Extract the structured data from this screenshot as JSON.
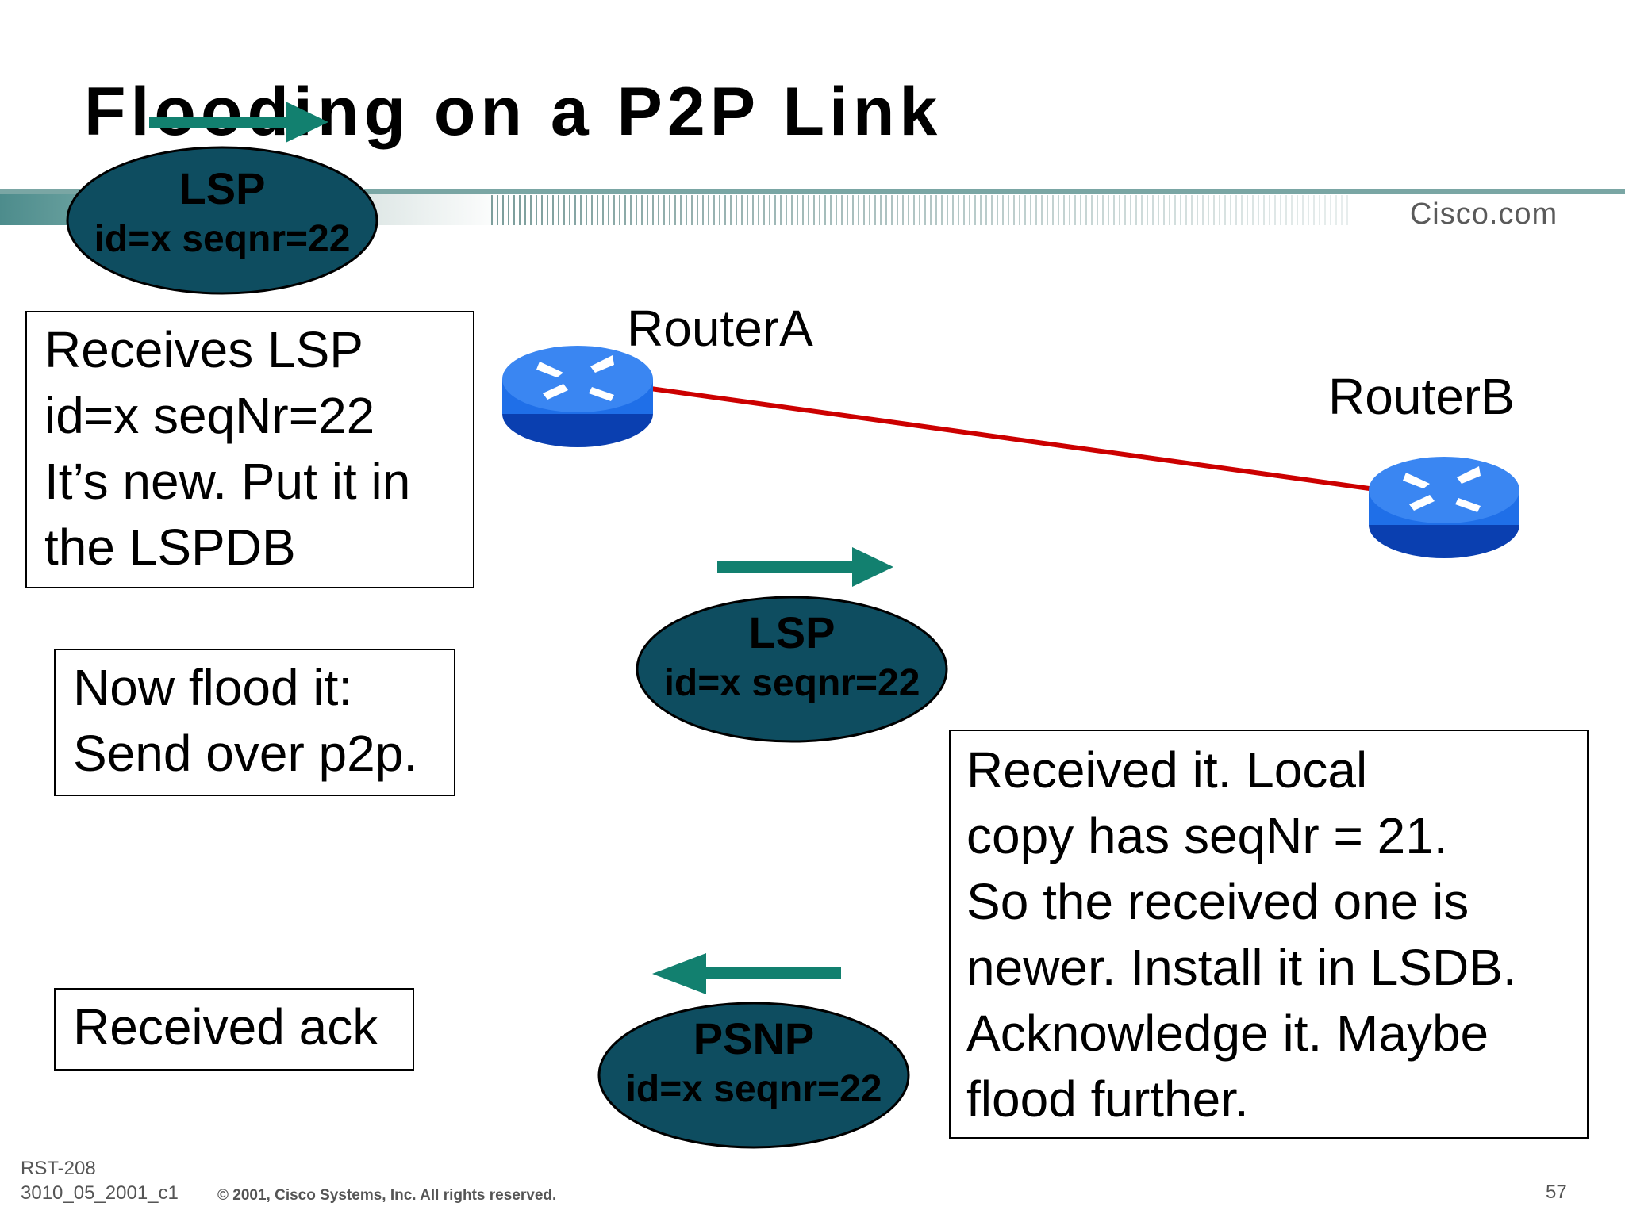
{
  "slide": {
    "title": "Flooding on a P2P Link",
    "brand": "Cisco.com"
  },
  "routers": {
    "a": {
      "label": "RouterA"
    },
    "b": {
      "label": "RouterB"
    }
  },
  "packets": {
    "lsp_top": {
      "type": "LSP",
      "id": "id=x seqnr=22"
    },
    "lsp_mid": {
      "type": "LSP",
      "id": "id=x seqnr=22"
    },
    "psnp": {
      "type": "PSNP",
      "id": "id=x seqnr=22"
    }
  },
  "notes": {
    "receives": [
      "Receives LSP",
      "id=x seqNr=22",
      "It’s new. Put it in",
      "the LSPDB"
    ],
    "flood": [
      "Now  flood it:",
      "Send over p2p."
    ],
    "ack": [
      "Received ack"
    ],
    "received": [
      "Received it. Local",
      "copy has seqNr = 21.",
      "So the received one is",
      "newer. Install it in LSDB.",
      "Acknowledge it. Maybe",
      "flood further."
    ]
  },
  "footer": {
    "code1": "RST-208",
    "code2": "3010_05_2001_c1",
    "copyright": "© 2001, Cisco Systems, Inc. All rights reserved.",
    "page": "57"
  },
  "colors": {
    "arrow": "#12806f",
    "packet_fill": "#0e4d60",
    "link": "#cc0000",
    "router": "#1f6fe8",
    "banner": "#5f9a9a"
  }
}
